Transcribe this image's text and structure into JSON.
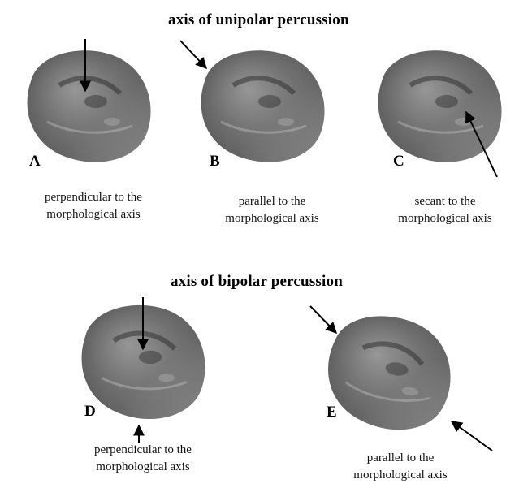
{
  "unipolar": {
    "title": "axis of unipolar percussion",
    "items": [
      {
        "letter": "A",
        "line1": "perpendicular to the",
        "line2": "morphological axis"
      },
      {
        "letter": "B",
        "line1": "parallel to the",
        "line2": "morphological axis"
      },
      {
        "letter": "C",
        "line1": "secant to the",
        "line2": "morphological axis"
      }
    ]
  },
  "bipolar": {
    "title": "axis of bipolar percussion",
    "items": [
      {
        "letter": "D",
        "line1": "perpendicular to the",
        "line2": "morphological axis"
      },
      {
        "letter": "E",
        "line1": "parallel to the",
        "line2": "morphological axis"
      }
    ]
  },
  "pebble": {
    "icon": "pebble-icon",
    "fill_dark": "#3a3a3a",
    "fill_mid": "#6e6e6e",
    "fill_light": "#b8b8b8"
  },
  "arrow": {
    "icon": "arrow-icon",
    "color": "#000000"
  }
}
